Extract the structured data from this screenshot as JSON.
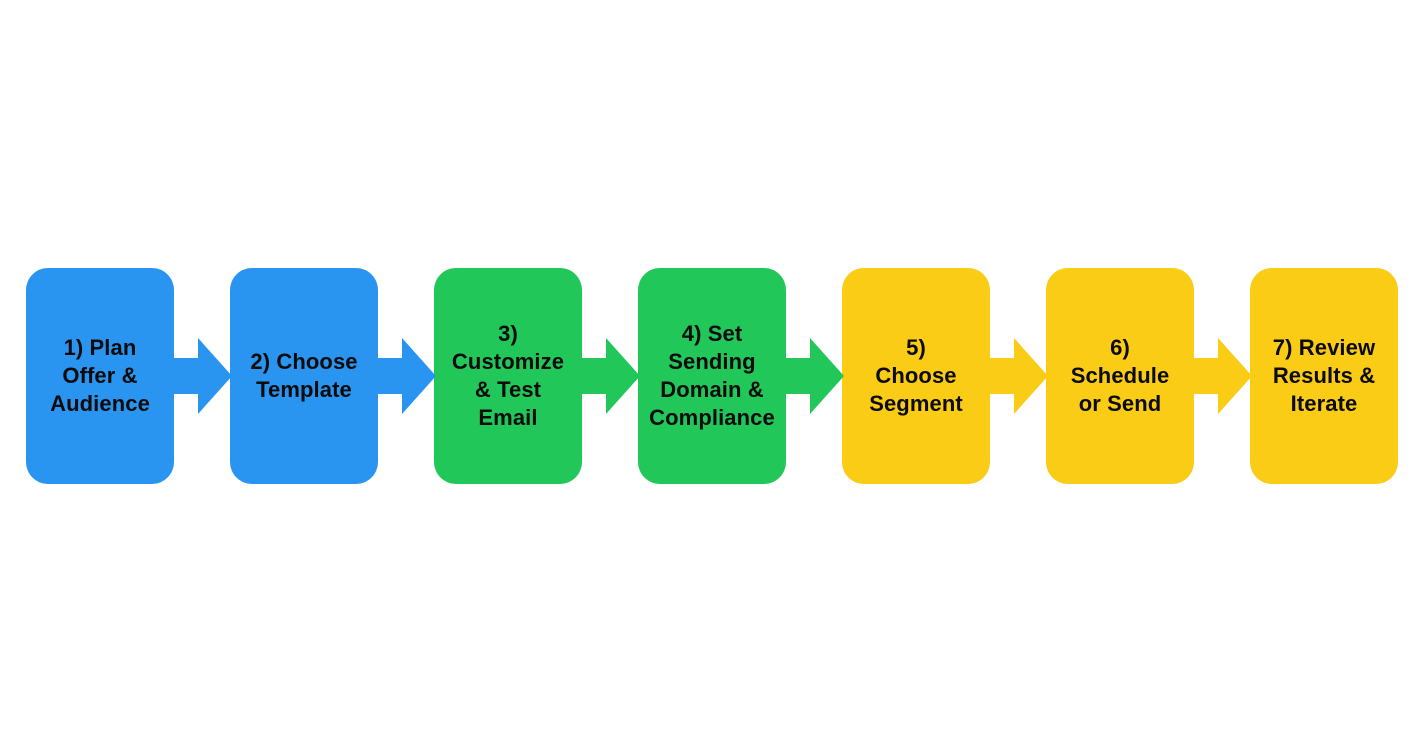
{
  "colors": {
    "blue": "#2A94F1",
    "green": "#22C75A",
    "yellow": "#FACC15",
    "background": "#FFFFFF",
    "text": "#0B0B0B"
  },
  "steps": [
    {
      "label": "1) Plan\nOffer &\nAudience",
      "color": "blue"
    },
    {
      "label": "2) Choose\nTemplate",
      "color": "blue"
    },
    {
      "label": "3)\nCustomize\n& Test\nEmail",
      "color": "green"
    },
    {
      "label": "4) Set\nSending\nDomain &\nCompliance",
      "color": "green"
    },
    {
      "label": "5)\nChoose\nSegment",
      "color": "yellow"
    },
    {
      "label": "6)\nSchedule\nor Send",
      "color": "yellow"
    },
    {
      "label": "7) Review\nResults &\nIterate",
      "color": "yellow"
    }
  ],
  "arrows": [
    {
      "from": 1,
      "to": 2,
      "color": "blue"
    },
    {
      "from": 2,
      "to": 3,
      "color": "blue"
    },
    {
      "from": 3,
      "to": 4,
      "color": "green"
    },
    {
      "from": 4,
      "to": 5,
      "color": "green"
    },
    {
      "from": 5,
      "to": 6,
      "color": "yellow"
    },
    {
      "from": 6,
      "to": 7,
      "color": "yellow"
    }
  ]
}
